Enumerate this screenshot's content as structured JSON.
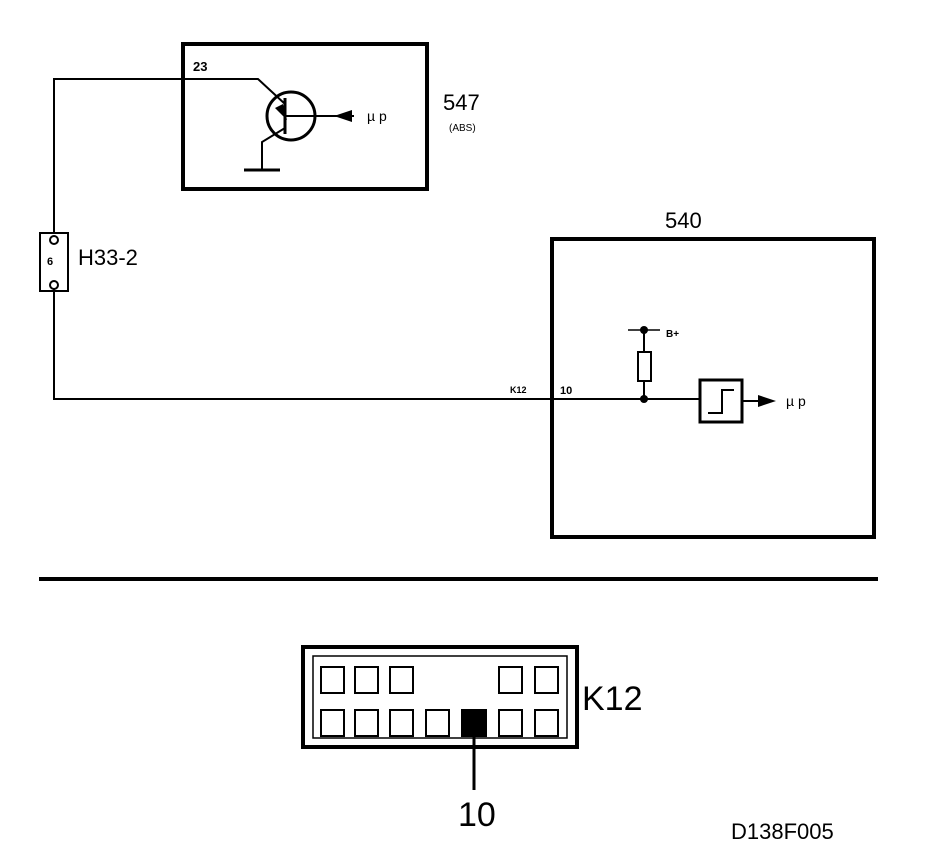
{
  "diagram": {
    "ecu_abs": {
      "id": "547",
      "sub": "(ABS)",
      "pin": "23",
      "signal": "µ p"
    },
    "connector_h33": {
      "id": "H33-2",
      "pin": "6"
    },
    "ecu_main": {
      "id": "540",
      "pin": "10",
      "connector": "K12",
      "supply": "B+",
      "signal": "µ p"
    },
    "k12_connector": {
      "id": "K12",
      "pin": "10",
      "highlighted_cavity": "bottom row, 5th"
    },
    "drawing_code": "D138F005",
    "colors": {
      "line": "#000000",
      "background": "#ffffff"
    }
  }
}
